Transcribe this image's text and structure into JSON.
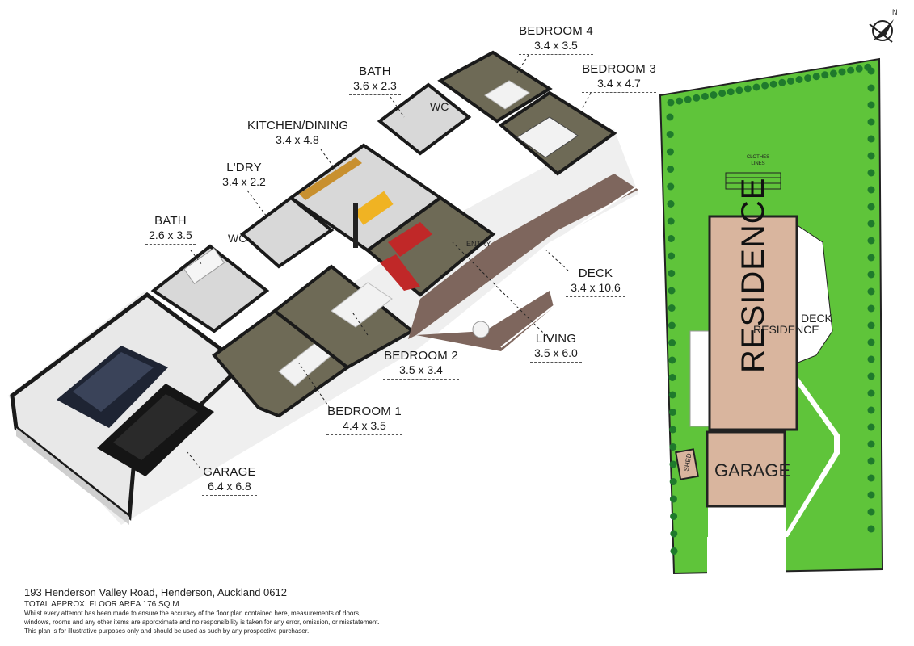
{
  "rooms": {
    "bedroom4": {
      "name": "BEDROOM 4",
      "dim": "3.4 x 3.5"
    },
    "bedroom3": {
      "name": "BEDROOM 3",
      "dim": "3.4 x 4.7"
    },
    "bath_upper": {
      "name": "BATH",
      "dim": "3.6 x 2.3"
    },
    "wc_upper": {
      "name": "WC"
    },
    "kitchen": {
      "name": "KITCHEN/DINING",
      "dim": "3.4 x 4.8"
    },
    "laundry": {
      "name": "L'DRY",
      "dim": "3.4 x 2.2"
    },
    "bath_lower": {
      "name": "BATH",
      "dim": "2.6 x 3.5"
    },
    "wc_lower": {
      "name": "WC"
    },
    "entry": {
      "name": "ENTRY"
    },
    "deck": {
      "name": "DECK",
      "dim": "3.4 x 10.6"
    },
    "living": {
      "name": "LIVING",
      "dim": "3.5 x 6.0"
    },
    "bedroom2": {
      "name": "BEDROOM 2",
      "dim": "3.5 x 3.4"
    },
    "bedroom1": {
      "name": "BEDROOM 1",
      "dim": "4.4 x 3.5"
    },
    "garage": {
      "name": "GARAGE",
      "dim": "6.4 x 6.8"
    }
  },
  "site": {
    "north": "N",
    "clothes_lines": "CLOTHES LINES",
    "residence": "RESIDENCE",
    "deck": "DECK",
    "garage": "GARAGE",
    "shed": "SHED"
  },
  "footer": {
    "address": "193 Henderson Valley Road, Henderson, Auckland 0612",
    "area": "TOTAL APPROX. FLOOR AREA 176 SQ.M",
    "disclaimer1": "Whilst every attempt has been made to ensure the accuracy of the floor plan contained here, measurements of doors,",
    "disclaimer2": "windows, rooms and any other items are approximate and no responsibility is taken for any error, omission, or misstatement.",
    "disclaimer3": "This plan is for illustrative purposes only and should be used as such by any prospective purchaser."
  },
  "colors": {
    "grass": "#5fc43a",
    "hedge": "#1f7a2c",
    "residence": "#d9b59e",
    "wall": "#2a2a2a",
    "floor_carpet": "#6e6a56",
    "floor_tile": "#d8d8d8",
    "deck": "#7e665d",
    "sofa": "#c02828"
  }
}
